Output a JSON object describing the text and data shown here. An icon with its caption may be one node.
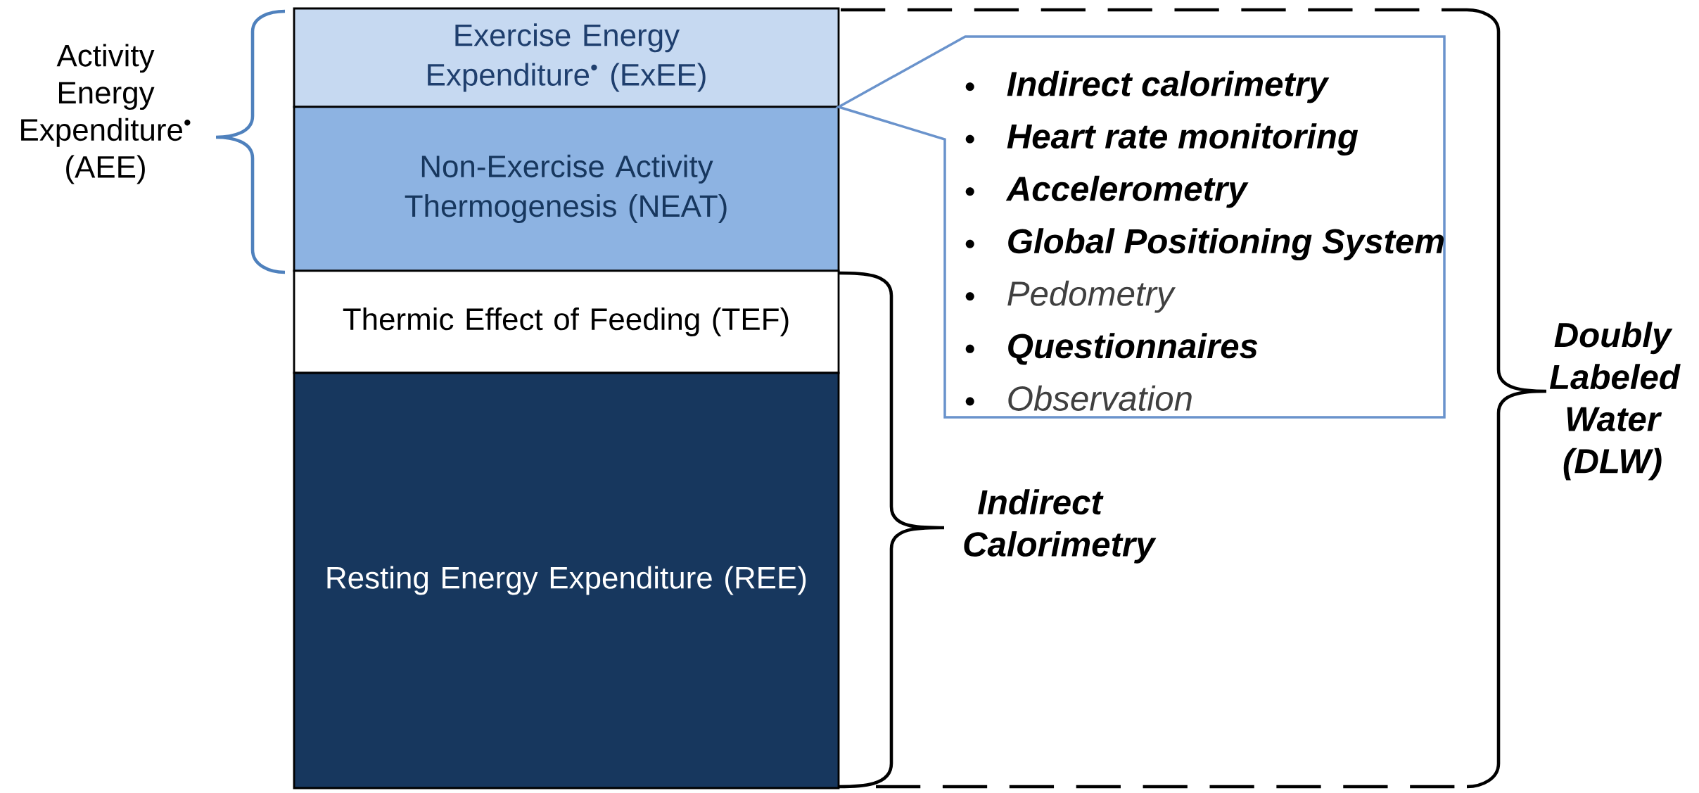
{
  "diagram": {
    "nodes": [
      {
        "text": [
          "Exercise Energy Expenditure$^{•}$ (ExEE)"
        ]
      },
      {
        "text": [
          "Non-Exercise Activity Thermogenesis (NEAT)"
        ]
      },
      {
        "text": [
          "Thermic Effect of Feeding (TEF)"
        ]
      },
      {
        "text": [
          "Resting Energy Expenditure (REE)"
        ]
      },
      {
        "text": [
          "Indirect calorimetry",
          "Heart rate monitoring",
          "Accelerometry",
          "Global Positioning System",
          "Pedometry",
          "Questionnaires",
          "Observation"
        ]
      }
    ],
    "labels": [
      "Activity Energy Expenditure$^{•}$ (AEE)",
      "Indirect Calorimetry",
      "Doubly Labeled Water (DLW)"
    ]
  }
}
